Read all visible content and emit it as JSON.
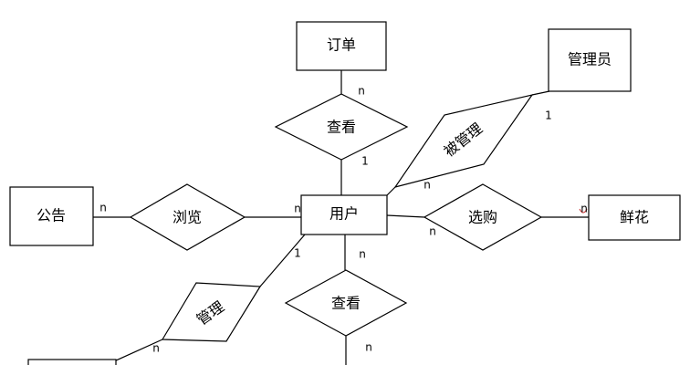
{
  "entities": {
    "user": "用户",
    "order": "订单",
    "admin": "管理员",
    "notice": "公告",
    "flower": "鲜花"
  },
  "relationships": {
    "view_order": "查看",
    "managed_by": "被管理",
    "browse": "浏览",
    "purchase": "选购",
    "manage": "管理",
    "view_bottom": "查看"
  },
  "cardinalities": {
    "order_view": "n",
    "view_user_top": "1",
    "admin_managed": "1",
    "managed_user": "n",
    "notice_browse": "n",
    "browse_user": "n",
    "user_purchase": "n",
    "purchase_flower": "n",
    "user_manage": "1",
    "manage_bottom": "n",
    "user_view_bottom": "n",
    "view_bottom_down": "n"
  },
  "colors": {
    "stroke": "#000000",
    "background": "#ffffff",
    "accent_mark": "#cc3333"
  }
}
